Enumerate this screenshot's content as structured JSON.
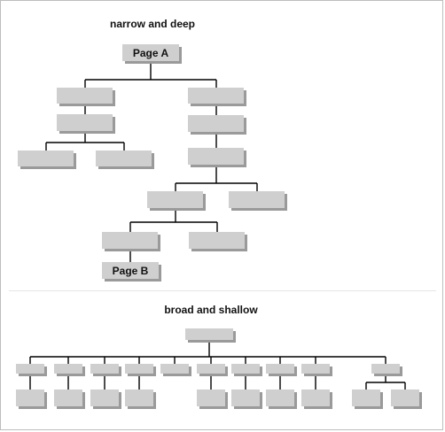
{
  "diagrams": {
    "narrow": {
      "title": "narrow and deep",
      "page_a_label": "Page A",
      "page_b_label": "Page B"
    },
    "broad": {
      "title": "broad and shallow"
    }
  },
  "colors": {
    "box_fill": "#cfcfcf",
    "box_shadow": "#9a9a9a",
    "connector": "#000000"
  }
}
